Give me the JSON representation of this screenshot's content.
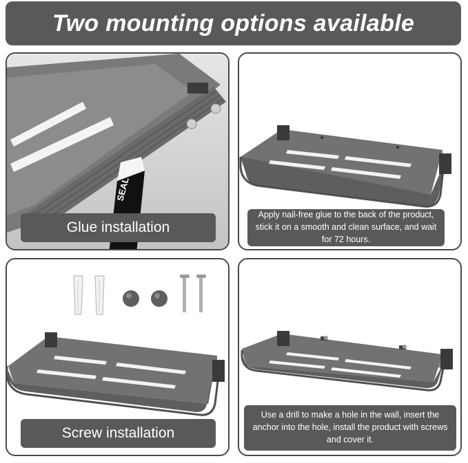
{
  "banner": {
    "title": "Two mounting options available"
  },
  "panels": {
    "glue_photo": {
      "label": "Glue installation",
      "tube_text": "SEAL"
    },
    "glue_info": {
      "text": "Apply nail-free glue to the back of the product, stick it on a smooth and clean surface, and wait for 72 hours."
    },
    "screw_parts": {
      "label": "Screw installation"
    },
    "screw_info": {
      "text": "Use a drill to make a hole in the wall, insert the anchor into the hole, install the product with screws and cover it."
    }
  },
  "colors": {
    "banner_bg": "#595959",
    "label_bg": "#595959",
    "shelf_gray": "#6e6e6e"
  }
}
